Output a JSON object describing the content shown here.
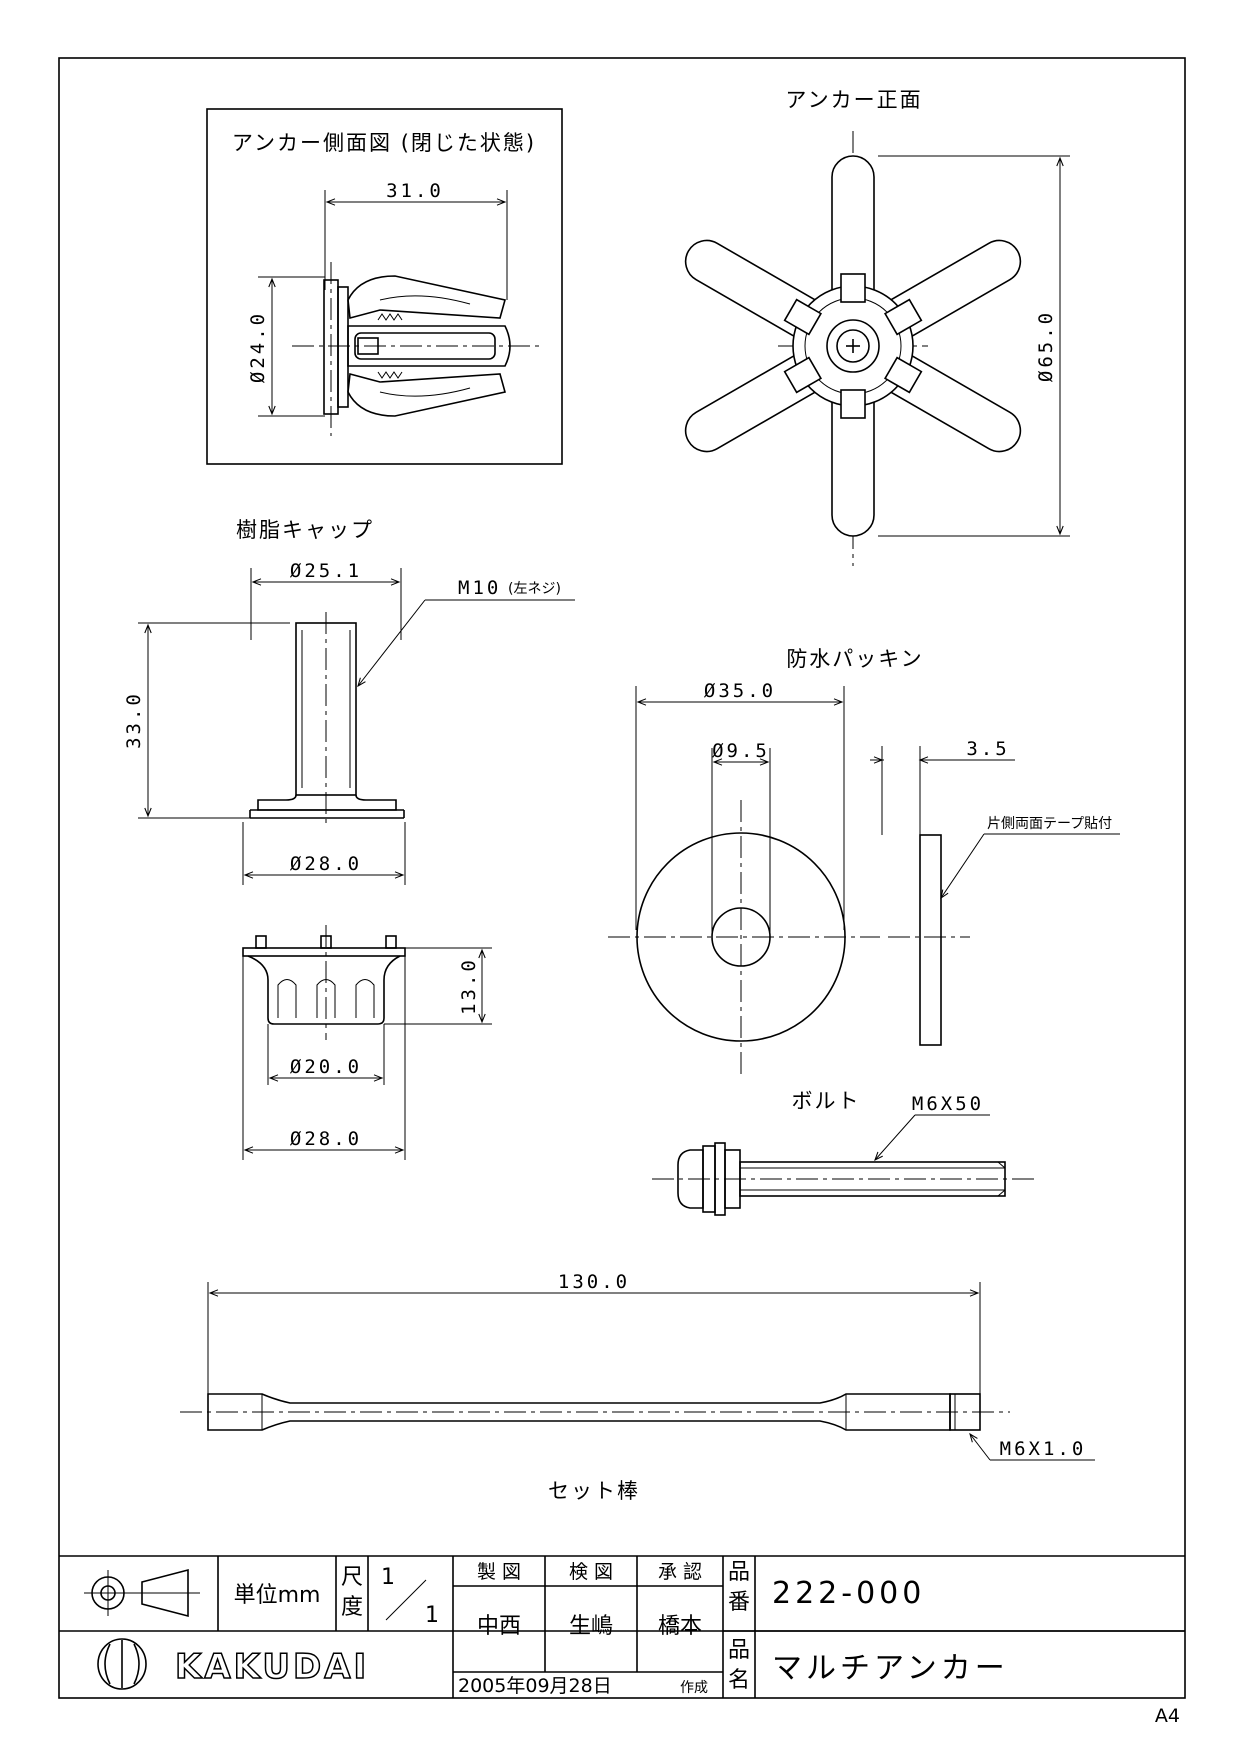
{
  "views": {
    "side_view": {
      "title": "アンカー側面図 (閉じた状態)",
      "dim_length": "31.0",
      "dim_diameter": "Ø24.0"
    },
    "front_view": {
      "title": "アンカー正面",
      "dim_diameter": "Ø65.0"
    },
    "resin_cap": {
      "title": "樹脂キャップ",
      "dim_top_diameter": "Ø25.1",
      "thread_note": "M10",
      "thread_note_sub": "(左ネジ)",
      "dim_height": "33.0",
      "dim_base_diameter": "Ø28.0",
      "dim_bottom_height": "13.0",
      "dim_inner_diameter": "Ø20.0",
      "dim_outer_diameter": "Ø28.0"
    },
    "packing": {
      "title": "防水パッキン",
      "dim_outer": "Ø35.0",
      "dim_inner": "Ø9.5",
      "dim_thickness": "3.5",
      "tape_note": "片側両面テープ貼付"
    },
    "bolt": {
      "title": "ボルト",
      "spec": "M6X50"
    },
    "set_rod": {
      "title": "セット棒",
      "dim_length": "130.0",
      "thread_spec": "M6X1.0"
    }
  },
  "title_block": {
    "unit_label": "単位mm",
    "scale_label_1": "尺",
    "scale_label_2": "度",
    "scale_num": "1",
    "scale_den": "1",
    "drawn_label": "製 図",
    "checked_label": "検 図",
    "approved_label": "承 認",
    "drawn_by": "中西",
    "checked_by": "生嶋",
    "approved_by": "橋本",
    "date": "2005年09月28日",
    "date_suffix": "作成",
    "part_no_label_1": "品",
    "part_no_label_2": "番",
    "part_no": "222-000",
    "part_name_label_1": "品",
    "part_name_label_2": "名",
    "part_name": "マルチアンカー",
    "company": "KAKUDAI",
    "paper_size": "A4"
  },
  "icons": {
    "projection_symbol": "third-angle-projection-icon",
    "logo": "kakudai-logo-icon"
  }
}
